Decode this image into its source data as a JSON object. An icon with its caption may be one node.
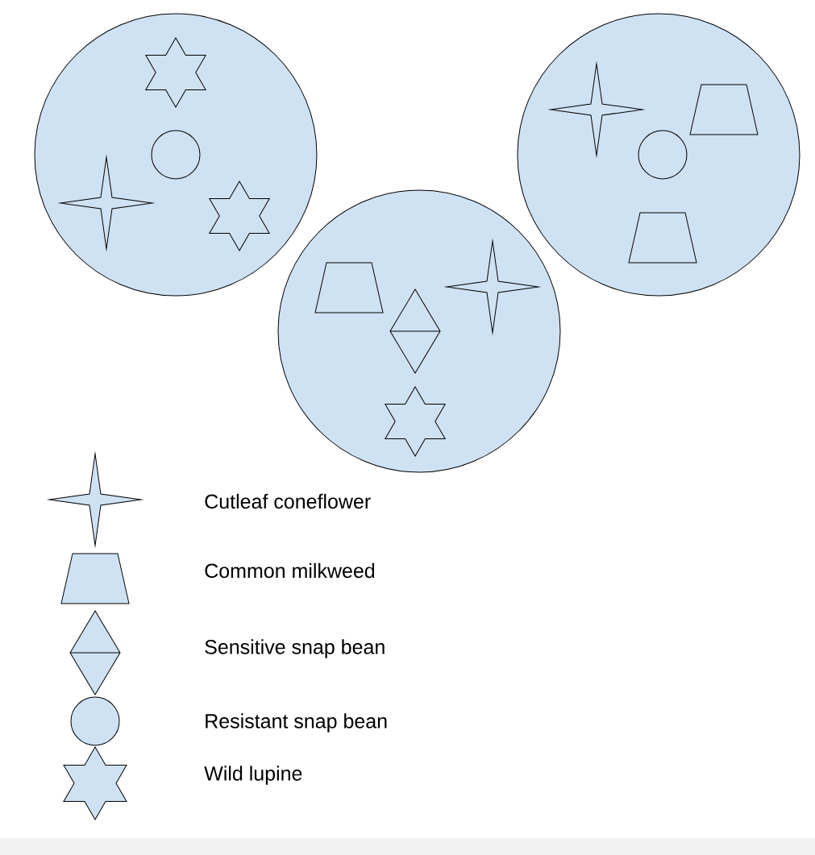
{
  "diagram": {
    "nodes": [
      {
        "text": [],
        "shape": "circle"
      },
      {
        "text": [],
        "shape": "hexagram",
        "in": 0
      },
      {
        "text": [],
        "shape": "circle",
        "in": 0
      },
      {
        "text": [],
        "shape": "star",
        "in": 0
      },
      {
        "text": [],
        "shape": "hexagram",
        "in": 0
      },
      {
        "text": [],
        "shape": "circle"
      },
      {
        "text": [],
        "shape": "trapezoid",
        "in": 5
      },
      {
        "text": [],
        "shape": "star",
        "in": 5
      },
      {
        "text": [],
        "shape": "diamond",
        "in": 5
      },
      {
        "text": [],
        "shape": "hexagram",
        "in": 5
      },
      {
        "text": [],
        "shape": "circle"
      },
      {
        "text": [],
        "shape": "star",
        "in": 10
      },
      {
        "text": [],
        "shape": "trapezoid",
        "in": 10
      },
      {
        "text": [],
        "shape": "circle",
        "in": 10
      },
      {
        "text": [],
        "shape": "trapezoid",
        "in": 10
      }
    ],
    "edges": [],
    "legend": [
      {
        "text": "Cutleaf coneflower"
      },
      {
        "text": "Common milkweed"
      },
      {
        "text": "Sensitive snap bean"
      },
      {
        "text": "Resistant snap bean"
      },
      {
        "text": "Wild lupine"
      }
    ]
  }
}
